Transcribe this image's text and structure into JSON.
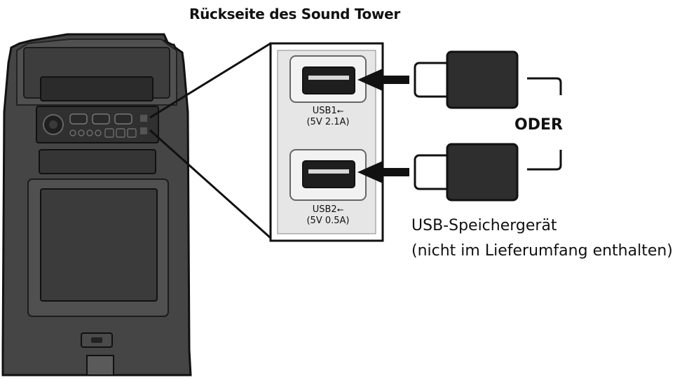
{
  "diagram": {
    "title": "Rückseite des Sound Tower",
    "ports": [
      {
        "name": "USB1",
        "spec": "(5V 2.1A)",
        "symbol": "⭠"
      },
      {
        "name": "USB2",
        "spec": "(5V 0.5A)",
        "symbol": "⭠"
      }
    ],
    "or_label": "ODER",
    "device_label_line1": "USB-Speichergerät",
    "device_label_line2": "(nicht im Lieferumfang enthalten)"
  },
  "colors": {
    "outline": "#1a1a1a",
    "device_body": "#3a3a3a",
    "device_dark": "#2a2a2a",
    "panel_bg": "#e6e6e6",
    "port_inner": "#1e1e1e"
  },
  "icons": [
    "usb-symbol-icon",
    "arrow-left-icon"
  ]
}
